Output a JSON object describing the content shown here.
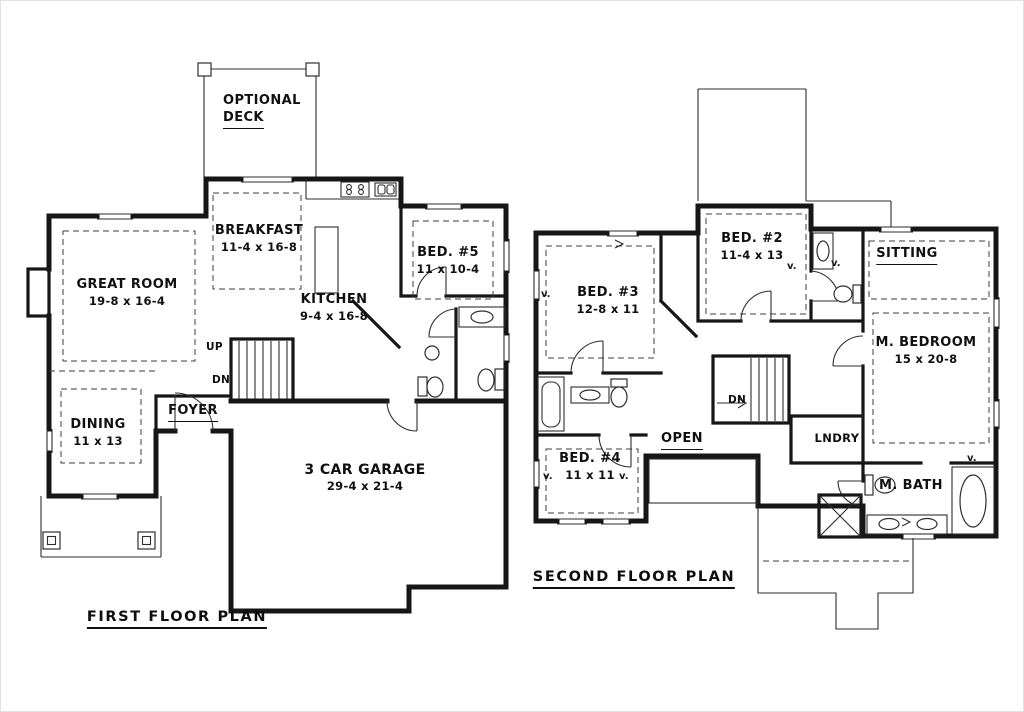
{
  "page": {
    "background": "#ffffff",
    "line_color": "#161616"
  },
  "first_floor": {
    "plan_label": "FIRST FLOOR PLAN",
    "deck": {
      "line1": "OPTIONAL",
      "line2": "DECK"
    },
    "rooms": {
      "breakfast": {
        "name": "BREAKFAST",
        "dims": "11-4 x 16-8"
      },
      "great_room": {
        "name": "GREAT ROOM",
        "dims": "19-8 x 16-4"
      },
      "kitchen": {
        "name": "KITCHEN",
        "dims": "9-4 x 16-8"
      },
      "bed5": {
        "name": "BED. #5",
        "dims": "11 x 10-4"
      },
      "dining": {
        "name": "DINING",
        "dims": "11 x 13"
      },
      "foyer": {
        "name": "FOYER"
      },
      "garage": {
        "name": "3 CAR GARAGE",
        "dims": "29-4 x 21-4"
      }
    },
    "stairs": {
      "up": "UP",
      "down": "DN"
    }
  },
  "second_floor": {
    "plan_label": "SECOND FLOOR PLAN",
    "rooms": {
      "bed2": {
        "name": "BED. #2",
        "dims": "11-4 x 13"
      },
      "sitting": {
        "name": "SITTING"
      },
      "bed3": {
        "name": "BED. #3",
        "dims": "12-8 x 11"
      },
      "m_bedroom": {
        "name": "M. BEDROOM",
        "dims": "15 x 20-8"
      },
      "bed4": {
        "name": "BED. #4",
        "dims": "11 x 11"
      },
      "open_below": {
        "name": "OPEN"
      },
      "laundry": {
        "name": "LNDRY"
      },
      "m_bath": {
        "name": "M. BATH"
      }
    },
    "stairs": {
      "down": "DN"
    },
    "window_marker": "v."
  }
}
